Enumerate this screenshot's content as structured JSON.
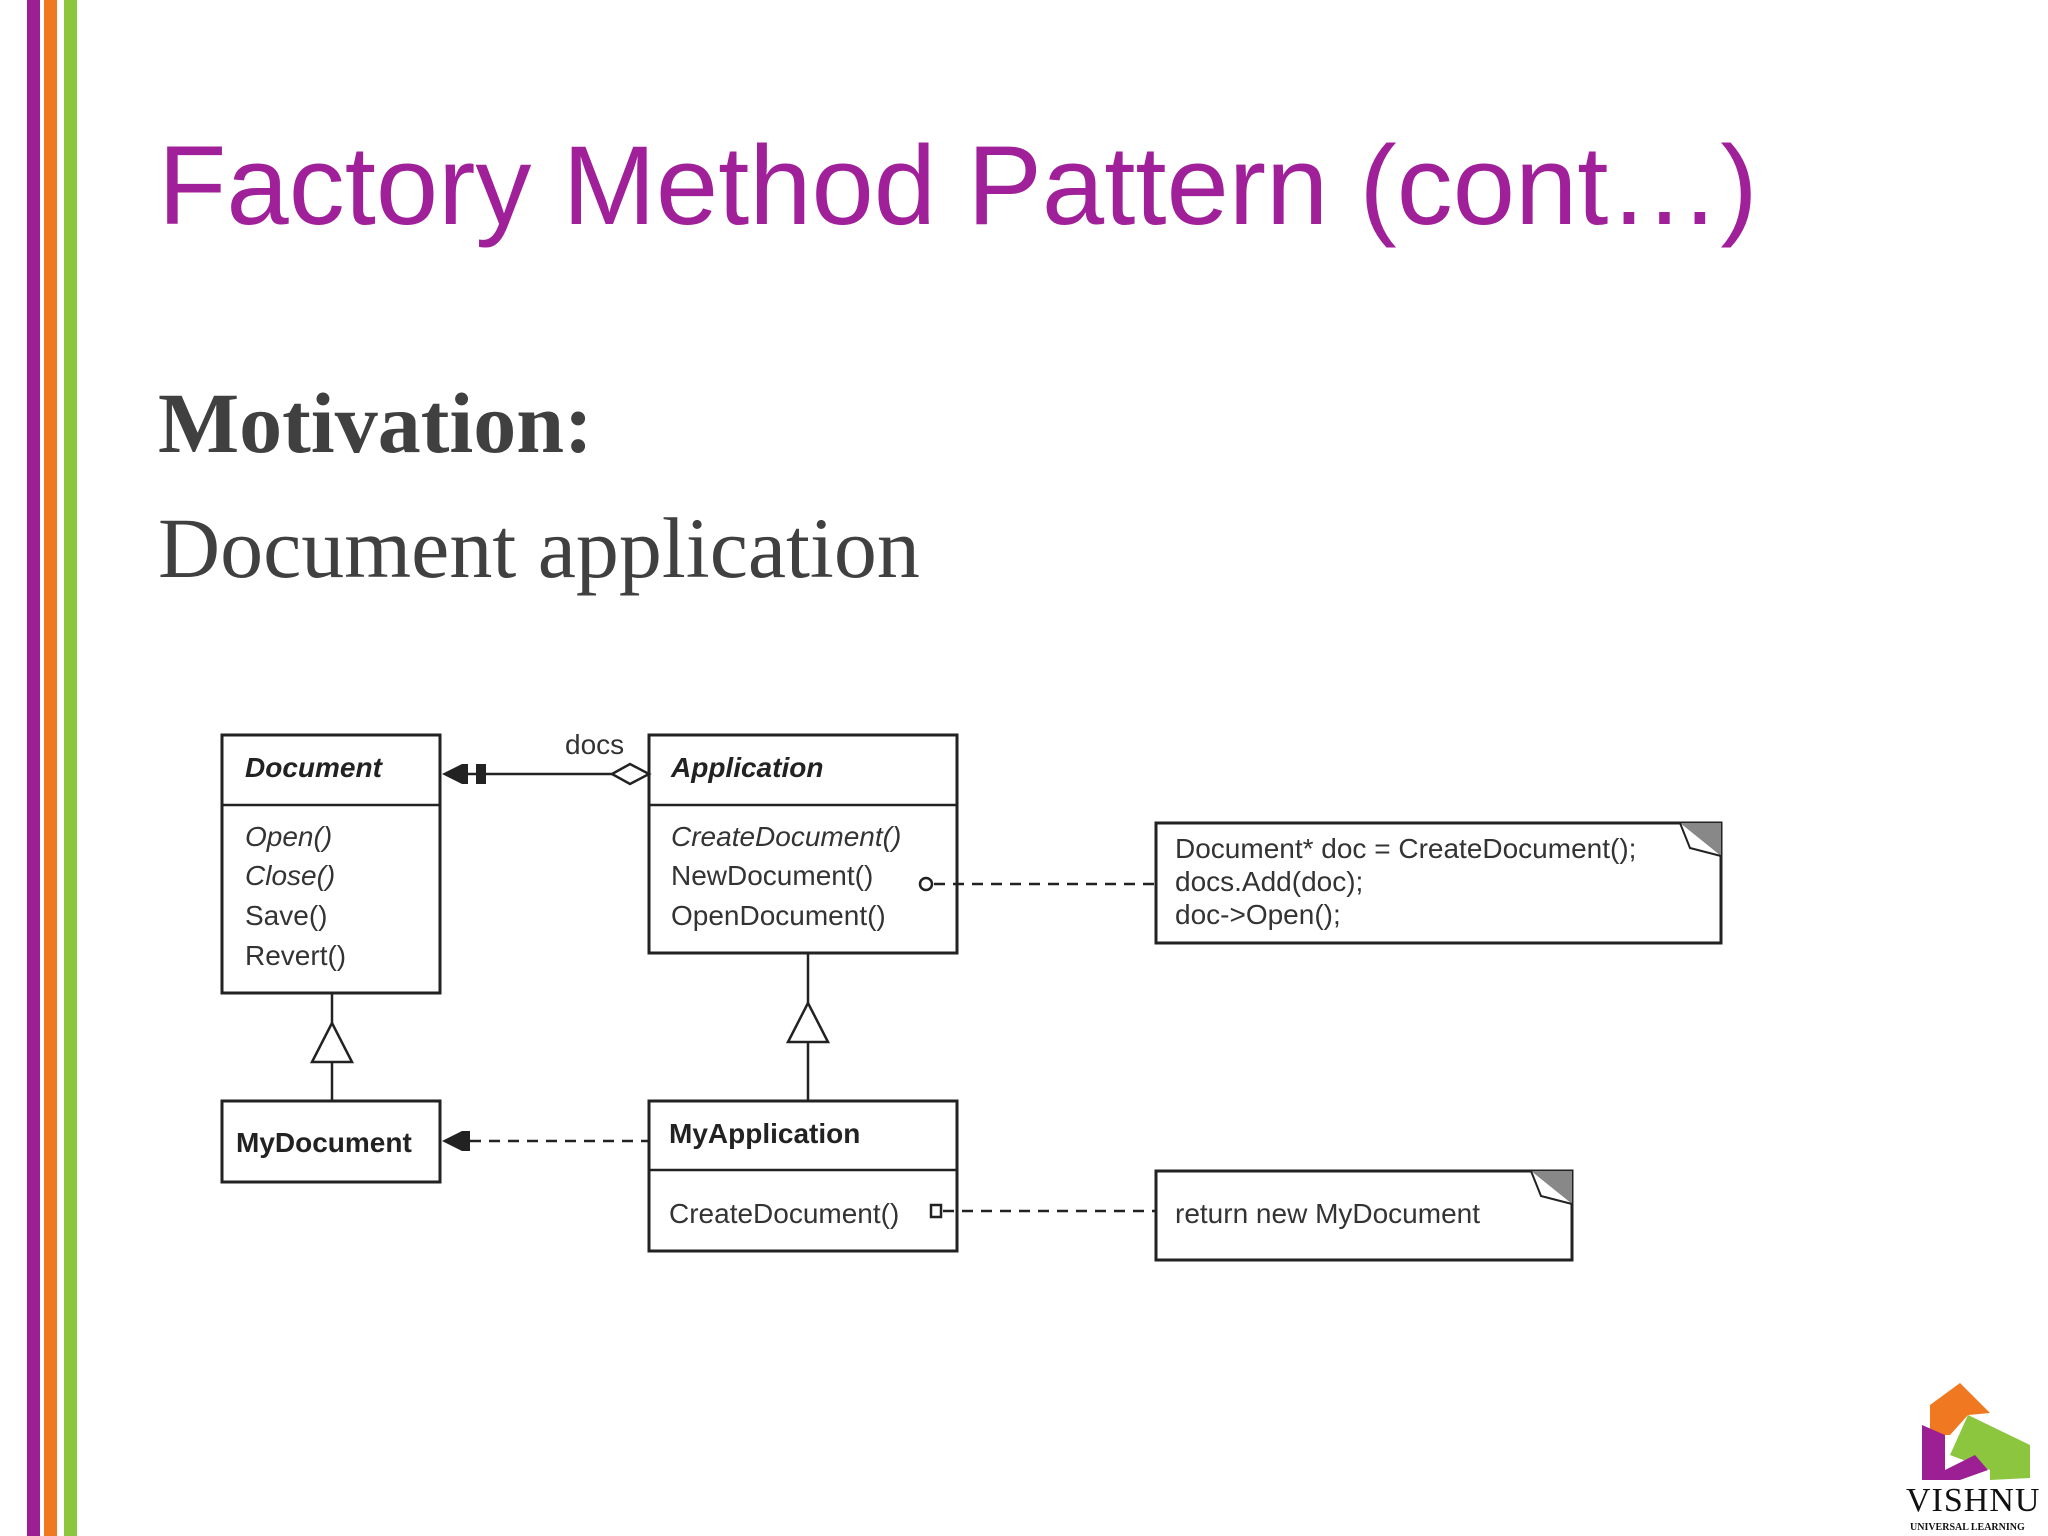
{
  "slide": {
    "title": "Factory Method Pattern (cont…)",
    "heading": "Motivation:",
    "subheading": "Document application",
    "colors": {
      "title": "#a0209a",
      "stripe_purple": "#9c1f94",
      "stripe_orange": "#f07820",
      "stripe_green": "#8cc63f",
      "text": "#404040"
    }
  },
  "diagram": {
    "association_label": "docs",
    "classes": {
      "document": {
        "name": "Document",
        "methods": [
          "Open()",
          "Close()",
          "Save()",
          "Revert()"
        ]
      },
      "application": {
        "name": "Application",
        "methods": [
          "CreateDocument()",
          "NewDocument()",
          "OpenDocument()"
        ]
      },
      "my_document": {
        "name": "MyDocument"
      },
      "my_application": {
        "name": "MyApplication",
        "methods": [
          "CreateDocument()"
        ]
      }
    },
    "notes": {
      "new_document": [
        "Document* doc = CreateDocument();",
        "docs.Add(doc);",
        "doc->Open();"
      ],
      "create_document": [
        "return new MyDocument"
      ]
    }
  },
  "logo": {
    "name": "VISHNU",
    "tagline": "UNIVERSAL LEARNING"
  }
}
